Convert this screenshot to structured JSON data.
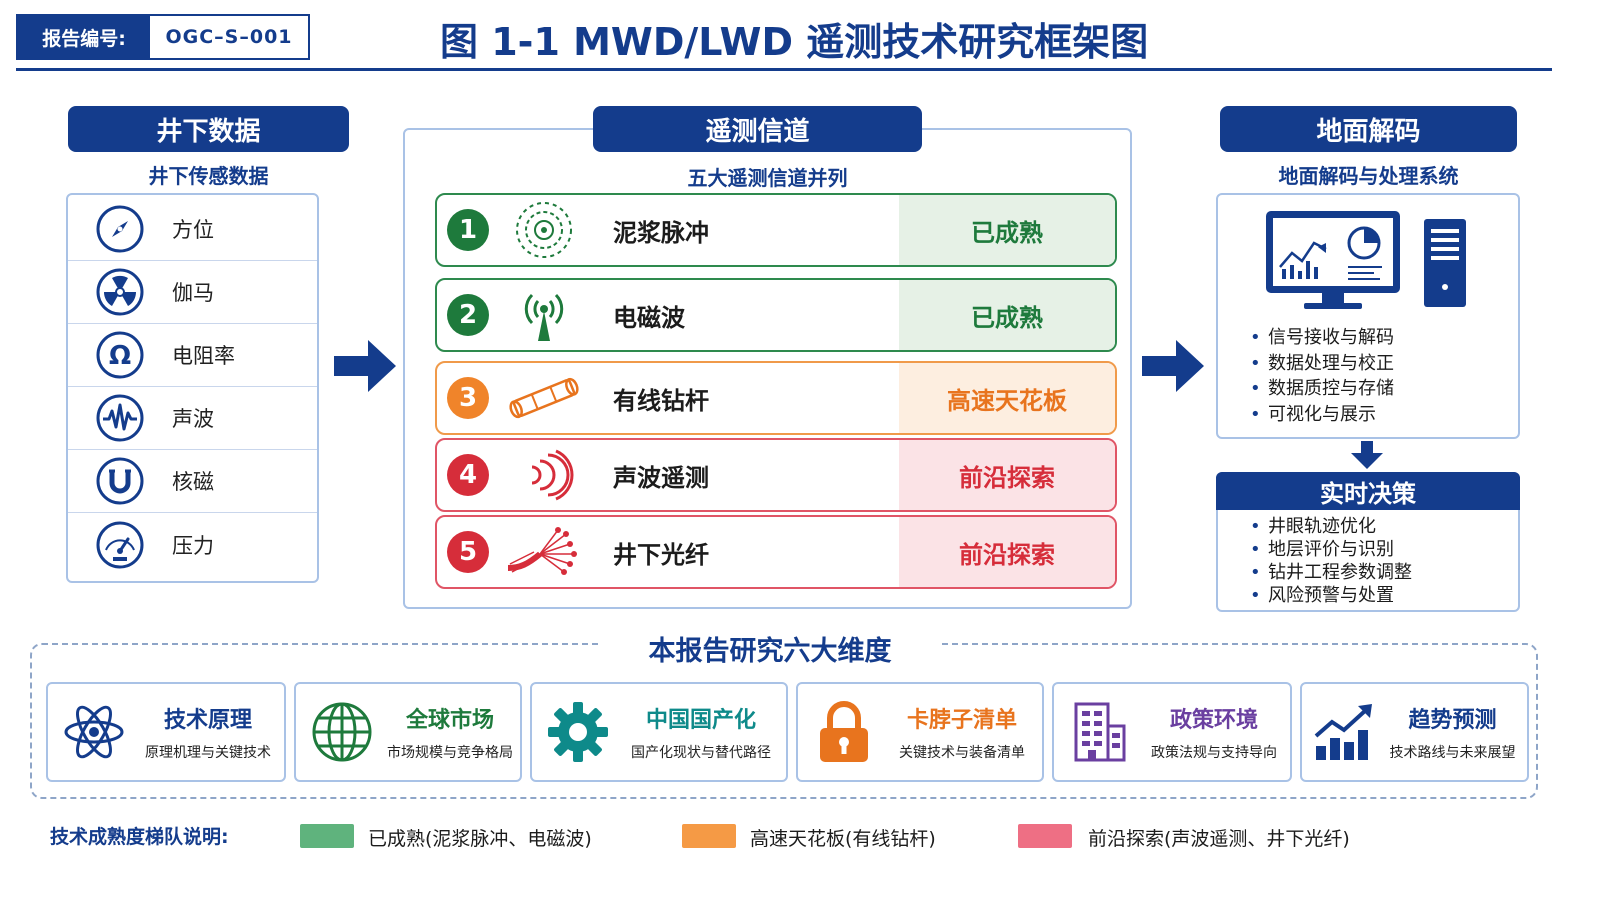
{
  "header": {
    "report_label": "报告编号:",
    "report_value": "OGC–S–001",
    "title": "图 1-1  MWD/LWD 遥测技术研究框架图"
  },
  "downhole": {
    "title": "井下数据",
    "subtitle": "井下传感数据",
    "items": [
      {
        "label": "方位",
        "icon": "compass-icon"
      },
      {
        "label": "伽马",
        "icon": "radiation-icon"
      },
      {
        "label": "电阻率",
        "icon": "omega-icon"
      },
      {
        "label": "声波",
        "icon": "waveform-icon"
      },
      {
        "label": "核磁",
        "icon": "magnet-icon"
      },
      {
        "label": "压力",
        "icon": "gauge-icon"
      }
    ]
  },
  "channel": {
    "title": "遥测信道",
    "subtitle": "五大遥测信道并列",
    "items": [
      {
        "num": "1",
        "name": "泥浆脉冲",
        "status": "已成熟",
        "icon": "pulse-rings-icon",
        "tier": "mature"
      },
      {
        "num": "2",
        "name": "电磁波",
        "status": "已成熟",
        "icon": "antenna-icon",
        "tier": "mature"
      },
      {
        "num": "3",
        "name": "有线钻杆",
        "status": "高速天花板",
        "icon": "drill-pipe-icon",
        "tier": "ceiling"
      },
      {
        "num": "4",
        "name": "声波遥测",
        "status": "前沿探索",
        "icon": "sound-wave-icon",
        "tier": "frontier"
      },
      {
        "num": "5",
        "name": "井下光纤",
        "status": "前沿探索",
        "icon": "fiber-optic-icon",
        "tier": "frontier"
      }
    ]
  },
  "surface": {
    "title": "地面解码",
    "subtitle": "地面解码与处理系统",
    "bullets": [
      "信号接收与解码",
      "数据处理与校正",
      "数据质控与存储",
      "可视化与展示"
    ],
    "decision_title": "实时决策",
    "decision_bullets": [
      "井眼轨迹优化",
      "地层评价与识别",
      "钻井工程参数调整",
      "风险预警与处置"
    ]
  },
  "dimensions": {
    "title": "本报告研究六大维度",
    "items": [
      {
        "title": "技术原理",
        "sub": "原理机理与关键技术",
        "icon": "atom-icon",
        "color": "#143c8c"
      },
      {
        "title": "全球市场",
        "sub": "市场规模与竞争格局",
        "icon": "globe-icon",
        "color": "#1e7a3c"
      },
      {
        "title": "中国国产化",
        "sub": "国产化现状与替代路径",
        "icon": "gear-icon",
        "color": "#0e8a8a"
      },
      {
        "title": "卡脖子清单",
        "sub": "关键技术与装备清单",
        "icon": "lock-icon",
        "color": "#e8741e"
      },
      {
        "title": "政策环境",
        "sub": "政策法规与支持导向",
        "icon": "building-icon",
        "color": "#6a3fa0"
      },
      {
        "title": "趋势预测",
        "sub": "技术路线与未来展望",
        "icon": "trend-chart-icon",
        "color": "#143c8c"
      }
    ]
  },
  "legend": {
    "title": "技术成熟度梯队说明:",
    "items": [
      {
        "label": "已成熟(泥浆脉冲、电磁波)",
        "color": "#5fb37d"
      },
      {
        "label": "高速天花板(有线钻杆)",
        "color": "#f59a45"
      },
      {
        "label": "前沿探索(声波遥测、井下光纤)",
        "color": "#ee6f84"
      }
    ]
  },
  "colors": {
    "brand": "#143c8c",
    "mature": "#1e7a3c",
    "ceiling": "#e8741e",
    "frontier": "#d62d3a"
  }
}
